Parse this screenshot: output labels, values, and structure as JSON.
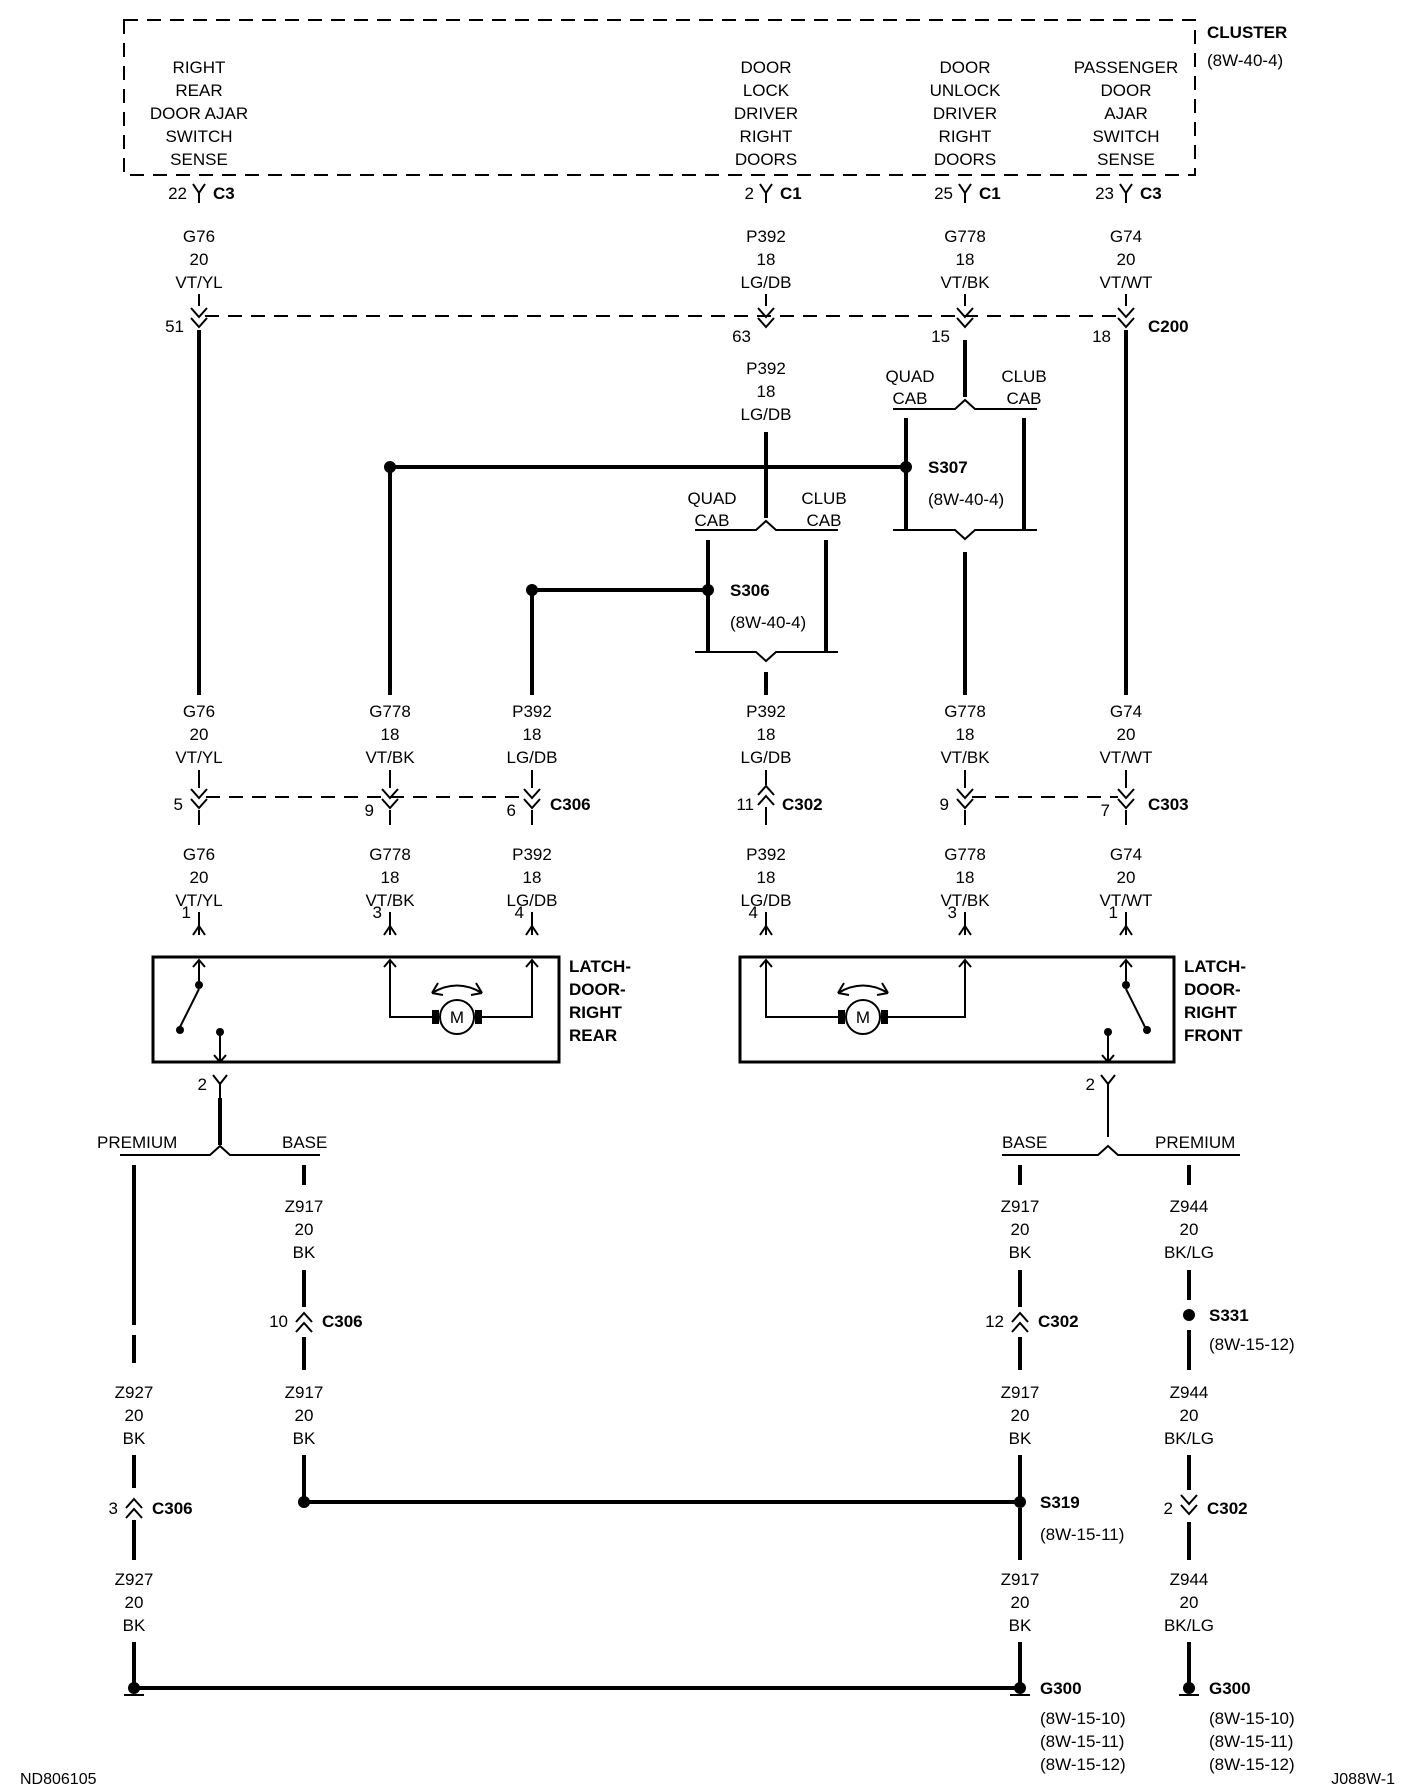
{
  "cluster": {
    "title": "CLUSTER",
    "ref": "(8W-40-4)",
    "pins": [
      {
        "lines": [
          "RIGHT",
          "REAR",
          "DOOR AJAR",
          "SWITCH",
          "SENSE"
        ],
        "pin": "22",
        "conn": "C3"
      },
      {
        "lines": [
          "DOOR",
          "LOCK",
          "DRIVER",
          "RIGHT",
          "DOORS"
        ],
        "pin": "2",
        "conn": "C1"
      },
      {
        "lines": [
          "DOOR",
          "UNLOCK",
          "DRIVER",
          "RIGHT",
          "DOORS"
        ],
        "pin": "25",
        "conn": "C1"
      },
      {
        "lines": [
          "PASSENGER",
          "DOOR",
          "AJAR",
          "SWITCH",
          "SENSE"
        ],
        "pin": "23",
        "conn": "C3"
      }
    ]
  },
  "wires": {
    "g76": [
      "G76",
      "20",
      "VT/YL"
    ],
    "p392": [
      "P392",
      "18",
      "LG/DB"
    ],
    "g778": [
      "G778",
      "18",
      "VT/BK"
    ],
    "g74": [
      "G74",
      "20",
      "VT/WT"
    ],
    "z917": [
      "Z917",
      "20",
      "BK"
    ],
    "z927": [
      "Z927",
      "20",
      "BK"
    ],
    "z944": [
      "Z944",
      "20",
      "BK/LG"
    ]
  },
  "c200": {
    "name": "C200",
    "pins": [
      "51",
      "63",
      "15",
      "18"
    ]
  },
  "options": {
    "quad": [
      "QUAD",
      "CAB"
    ],
    "club": [
      "CLUB",
      "CAB"
    ],
    "premium": "PREMIUM",
    "base": "BASE"
  },
  "splices": {
    "s307": {
      "name": "S307",
      "ref": "(8W-40-4)"
    },
    "s306": {
      "name": "S306",
      "ref": "(8W-40-4)"
    },
    "s331": {
      "name": "S331",
      "ref": "(8W-15-12)"
    },
    "s319": {
      "name": "S319",
      "ref": "(8W-15-11)"
    }
  },
  "door_connectors": {
    "c306": {
      "name": "C306",
      "pins": [
        "5",
        "9",
        "6"
      ]
    },
    "c302": {
      "name": "C302",
      "pin": "11"
    },
    "c303": {
      "name": "C303",
      "pins": [
        "9",
        "7"
      ]
    }
  },
  "latch_rear": {
    "lines": [
      "LATCH-",
      "DOOR-",
      "RIGHT",
      "REAR"
    ],
    "pins": [
      "1",
      "3",
      "4",
      "2"
    ],
    "motor": "M"
  },
  "latch_front": {
    "lines": [
      "LATCH-",
      "DOOR-",
      "RIGHT",
      "FRONT"
    ],
    "pins": [
      "4",
      "3",
      "1",
      "2"
    ],
    "motor": "M"
  },
  "ground_connectors": {
    "c306_a": {
      "pin": "10",
      "name": "C306"
    },
    "c306_b": {
      "pin": "3",
      "name": "C306"
    },
    "c302_a": {
      "pin": "12",
      "name": "C302"
    },
    "c302_b": {
      "pin": "2",
      "name": "C302"
    }
  },
  "grounds": {
    "g300_a": {
      "name": "G300",
      "refs": [
        "(8W-15-10)",
        "(8W-15-11)",
        "(8W-15-12)"
      ]
    },
    "g300_b": {
      "name": "G300",
      "refs": [
        "(8W-15-10)",
        "(8W-15-11)",
        "(8W-15-12)"
      ]
    }
  },
  "footer": {
    "left": "ND806105",
    "right": "J088W-1"
  }
}
